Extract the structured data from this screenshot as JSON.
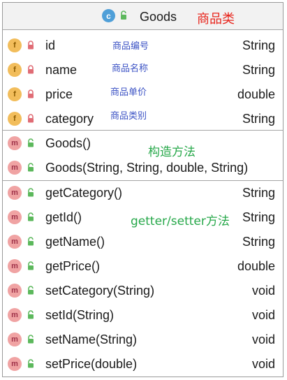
{
  "class": {
    "icon_letter": "c",
    "name": "Goods",
    "annotation": "商品类"
  },
  "fields": [
    {
      "badge": "f",
      "name": "id",
      "type": "String",
      "note": "商品编号",
      "access": "private"
    },
    {
      "badge": "f",
      "name": "name",
      "type": "String",
      "note": "商品名称",
      "access": "private"
    },
    {
      "badge": "f",
      "name": "price",
      "type": "double",
      "note": "商品单价",
      "access": "private"
    },
    {
      "badge": "f",
      "name": "category",
      "type": "String",
      "note": "商品类别",
      "access": "private"
    }
  ],
  "constructors": {
    "note": "构造方法",
    "items": [
      {
        "badge": "m",
        "name": "Goods()",
        "type": "",
        "access": "public"
      },
      {
        "badge": "m",
        "name": "Goods(String, String, double, String)",
        "type": "",
        "access": "public"
      }
    ]
  },
  "methods": {
    "note": "getter/setter方法",
    "items": [
      {
        "badge": "m",
        "name": "getCategory()",
        "type": "String",
        "access": "public"
      },
      {
        "badge": "m",
        "name": "getId()",
        "type": "String",
        "access": "public"
      },
      {
        "badge": "m",
        "name": "getName()",
        "type": "String",
        "access": "public"
      },
      {
        "badge": "m",
        "name": "getPrice()",
        "type": "double",
        "access": "public"
      },
      {
        "badge": "m",
        "name": "setCategory(String)",
        "type": "void",
        "access": "public"
      },
      {
        "badge": "m",
        "name": "setId(String)",
        "type": "void",
        "access": "public"
      },
      {
        "badge": "m",
        "name": "setName(String)",
        "type": "void",
        "access": "public"
      },
      {
        "badge": "m",
        "name": "setPrice(double)",
        "type": "void",
        "access": "public"
      }
    ]
  },
  "colors": {
    "lock_private": "#e06c75",
    "lock_public": "#5cb85c"
  }
}
